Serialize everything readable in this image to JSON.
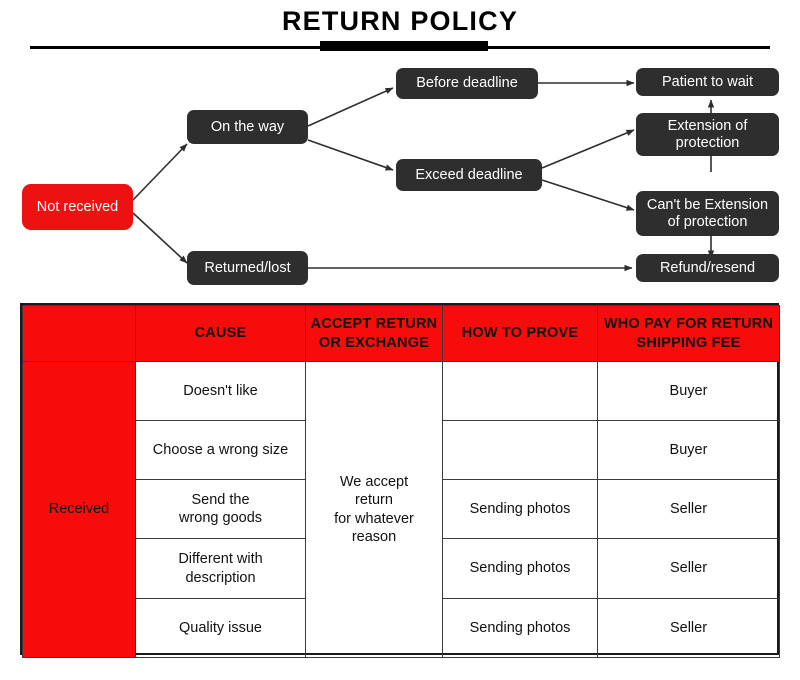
{
  "page": {
    "title": "RETURN POLICY",
    "accent_red": "#f70b0b",
    "node_dark": "#2e2e2e"
  },
  "flowchart": {
    "nodes": [
      {
        "id": "not-received",
        "label": "Not received"
      },
      {
        "id": "on-the-way",
        "label": "On the way"
      },
      {
        "id": "returned-lost",
        "label": "Returned/lost"
      },
      {
        "id": "before-deadline",
        "label": "Before deadline"
      },
      {
        "id": "exceed-deadline",
        "label": "Exceed deadline"
      },
      {
        "id": "patient-to-wait",
        "label": "Patient to wait"
      },
      {
        "id": "extension",
        "label": "Extension of\nprotection"
      },
      {
        "id": "cant-be-extension",
        "label": "Can't be Extension\nof protection"
      },
      {
        "id": "refund-resend",
        "label": "Refund/resend"
      }
    ]
  },
  "table": {
    "headers": [
      "",
      "CAUSE",
      "ACCEPT RETURN\nOR EXCHANGE",
      "HOW TO PROVE",
      "WHO PAY FOR RETURN\nSHIPPING FEE"
    ],
    "row_group_label": "Received",
    "merged_accept_cell": "We accept\nreturn\nfor whatever\nreason",
    "rows": [
      {
        "cause": "Doesn't like",
        "how_to_prove": "",
        "who_pays": "Buyer"
      },
      {
        "cause": "Choose a wrong size",
        "how_to_prove": "",
        "who_pays": "Buyer"
      },
      {
        "cause": "Send the\nwrong goods",
        "how_to_prove": "Sending photos",
        "who_pays": "Seller"
      },
      {
        "cause": "Different with\ndescription",
        "how_to_prove": "Sending photos",
        "who_pays": "Seller"
      },
      {
        "cause": "Quality issue",
        "how_to_prove": "Sending photos",
        "who_pays": "Seller"
      }
    ]
  }
}
